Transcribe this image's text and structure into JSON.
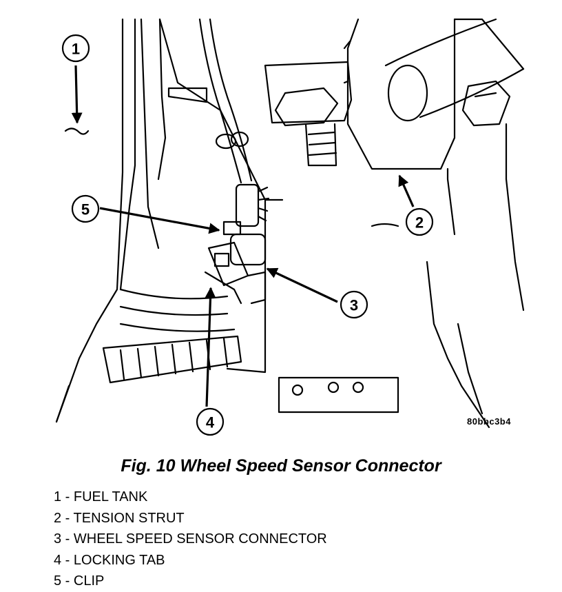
{
  "figure": {
    "id_label": "80bbc3b4",
    "title": "Fig. 10 Wheel Speed Sensor Connector"
  },
  "callouts": [
    {
      "number": "1",
      "target": "fuel-tank"
    },
    {
      "number": "2",
      "target": "tension-strut"
    },
    {
      "number": "3",
      "target": "wheel-speed-sensor-connector"
    },
    {
      "number": "4",
      "target": "locking-tab"
    },
    {
      "number": "5",
      "target": "clip"
    }
  ],
  "legend": [
    {
      "number": "1",
      "text": "1 - FUEL TANK"
    },
    {
      "number": "2",
      "text": "2 - TENSION STRUT"
    },
    {
      "number": "3",
      "text": "3 - WHEEL SPEED SENSOR CONNECTOR"
    },
    {
      "number": "4",
      "text": "4 - LOCKING TAB"
    },
    {
      "number": "5",
      "text": "5 - CLIP"
    }
  ]
}
